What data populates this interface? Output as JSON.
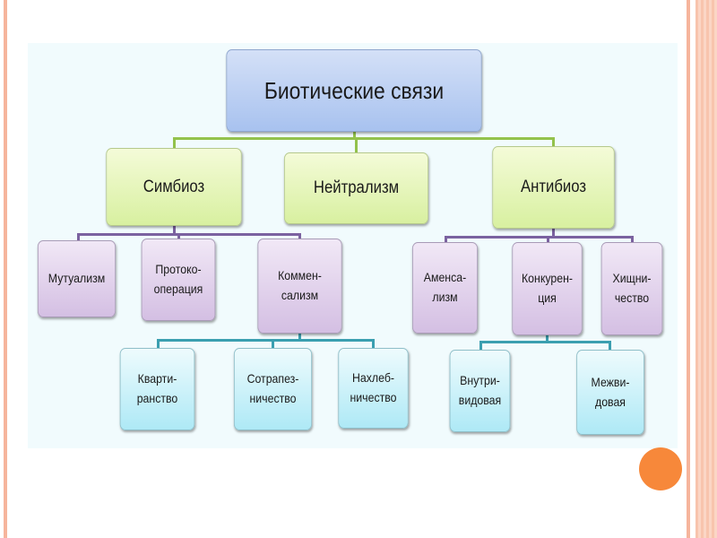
{
  "diagram": {
    "root": "Биотические связи",
    "level2": [
      "Симбиоз",
      "Нейтрализм",
      "Антибиоз"
    ],
    "level3": [
      "Мутуализм",
      "Протоко-\nоперация",
      "Коммен-\nсализм",
      "Аменса-\nлизм",
      "Конкурен-\nция",
      "Хищни-\nчество"
    ],
    "level4": [
      "Кварти-\nранство",
      "Сотрапез-\nничество",
      "Нахлеб-\nничество",
      "Внутри-\nвидовая",
      "Межви-\nдовая"
    ]
  },
  "colors": {
    "root": "#a8c2ef",
    "level2": "#d8f0a0",
    "level3": "#d4bfe3",
    "level4": "#aee9f6",
    "accent": "#f7883a"
  }
}
